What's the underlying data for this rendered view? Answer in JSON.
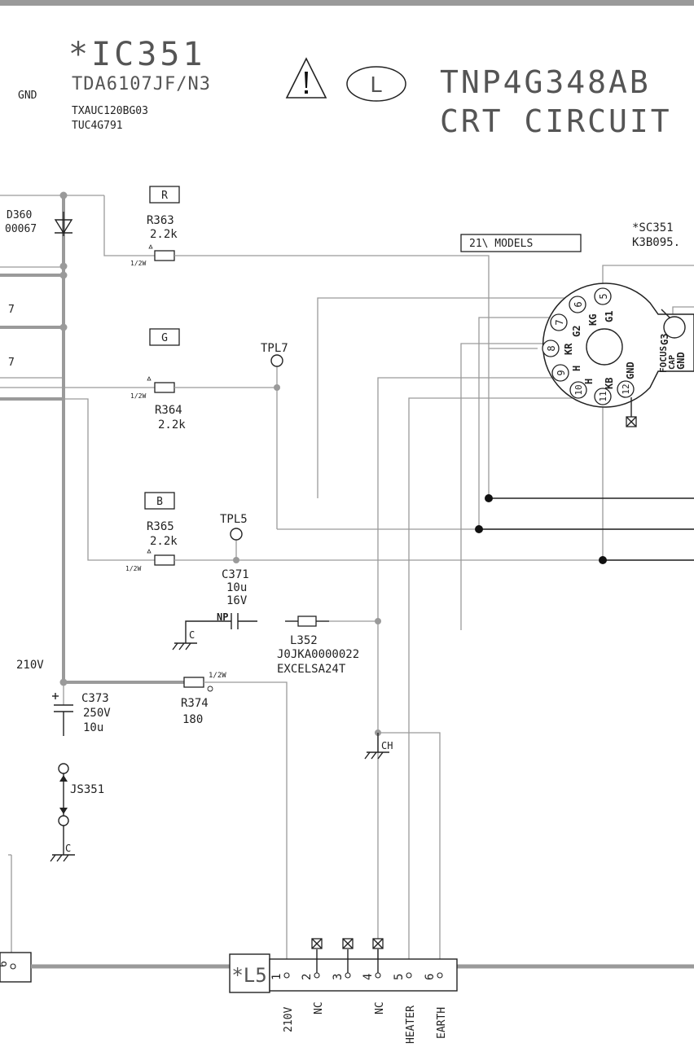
{
  "header": {
    "ic_name": "*IC351",
    "ic_part": "TDA6107JF/N3",
    "ic_sub1": "TXAUC120BG03",
    "ic_sub2": "TUC4G791",
    "gnd_label": "GND",
    "board_code": "TNP4G348AB",
    "board_title": "CRT CIRCUIT",
    "l_symbol": "L"
  },
  "components": {
    "d360_a": "D360",
    "d360_b": "00067",
    "r_box": "R",
    "g_box": "G",
    "b_box": "B",
    "r363": "R363",
    "r363_val": "2.2k",
    "r364": "R364",
    "r364_val": "2.2k",
    "r365": "R365",
    "r365_val": "2.2k",
    "watt": "1/2W",
    "tpl7": "TPL7",
    "tpl5": "TPL5",
    "c371": "C371",
    "c371_cap": "10u",
    "c371_v": "16V",
    "np": "NP",
    "gnd_c": "C",
    "gnd_ch": "CH",
    "l352": "L352",
    "l352_part": "J0JKA0000022",
    "l352_part2": "EXCELSA24T",
    "v210": "210V",
    "r374": "R374",
    "r374_val": "180",
    "c373": "C373",
    "c373_v": "250V",
    "c373_cap": "10u",
    "js351": "JS351",
    "left7a": "7",
    "left7b": "7"
  },
  "socket": {
    "name": "*SC351",
    "part": "K3B095.",
    "models": "21\\ MODELS",
    "pins": [
      "5",
      "6",
      "7",
      "8",
      "9",
      "10",
      "11",
      "12"
    ],
    "pin_labels": [
      "G1",
      "KG",
      "G2",
      "KR",
      "H",
      "H",
      "KB",
      "GND"
    ],
    "focus": "FOCUS",
    "g3": "G3",
    "gnd": "GND",
    "cap": "CAP"
  },
  "connector": {
    "name": "*L5",
    "left_pin": "6",
    "pins": [
      "1",
      "2",
      "3",
      "4",
      "5",
      "6"
    ],
    "labels": [
      "210V",
      "NC",
      "",
      "NC",
      "HEATER",
      "EARTH"
    ]
  }
}
